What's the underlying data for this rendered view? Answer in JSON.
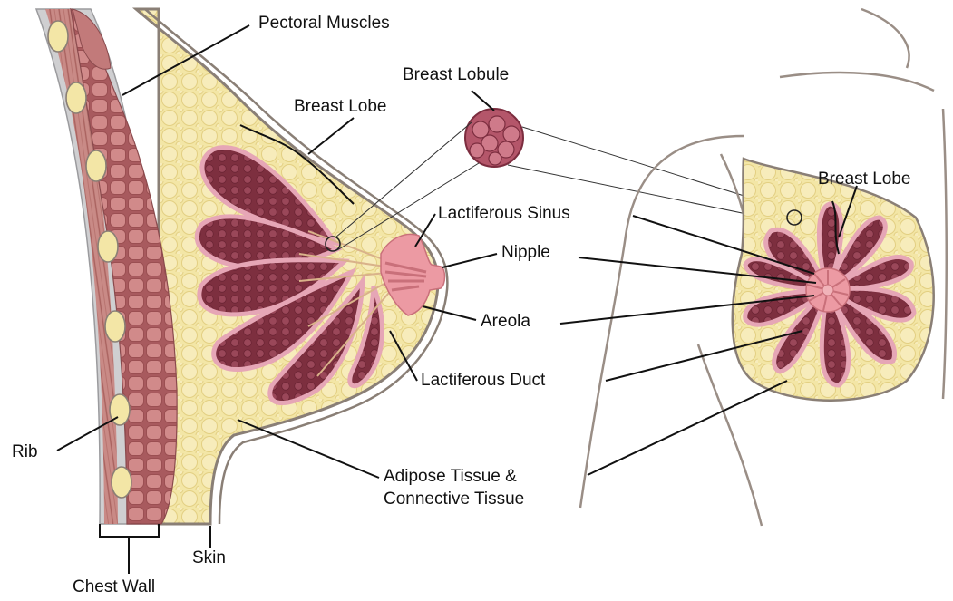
{
  "labels": {
    "pectoral_muscles": "Pectoral Muscles",
    "breast_lobule": "Breast Lobule",
    "breast_lobe_left": "Breast Lobe",
    "breast_lobe_right": "Breast Lobe",
    "lactiferous_sinus": "Lactiferous Sinus",
    "nipple": "Nipple",
    "areola": "Areola",
    "lactiferous_duct": "Lactiferous Duct",
    "rib": "Rib",
    "adipose_line1": "Adipose Tissue &",
    "adipose_line2": "Connective Tissue",
    "skin": "Skin",
    "chest_wall": "Chest Wall"
  },
  "colors": {
    "adipose": "#f3e6a6",
    "muscle": "#c98a86",
    "lobe": "#8c3b4a",
    "lobe_edge": "#e6a6b6",
    "areola": "#ec9aa3",
    "bone": "#d0d0d2",
    "outline": "#8a7f76"
  }
}
